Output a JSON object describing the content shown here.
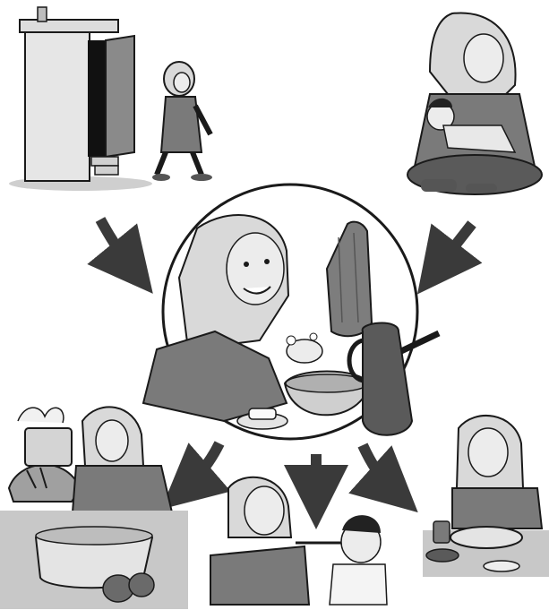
{
  "figure": {
    "panels": [
      {
        "id": "latrine",
        "icon": "latrine-scene-icon"
      },
      {
        "id": "child-cleaning",
        "icon": "child-cleaning-scene-icon"
      },
      {
        "id": "handwashing",
        "icon": "handwashing-scene-icon"
      },
      {
        "id": "cooking",
        "icon": "cooking-scene-icon"
      },
      {
        "id": "feeding-child",
        "icon": "feeding-child-scene-icon"
      },
      {
        "id": "eating",
        "icon": "eating-scene-icon"
      }
    ],
    "colors": {
      "ink": "#1a1a1a",
      "arrow": "#3a3a3a",
      "scarf": "#d9d9d9",
      "skin": "#ececec",
      "dress": "#7a7a7a",
      "shadow": "#9a9a9a"
    }
  }
}
